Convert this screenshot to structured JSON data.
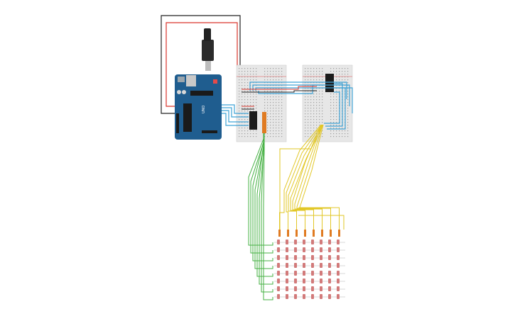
{
  "circuit": {
    "board": {
      "brand_text": "UNO",
      "color": "#1f5d8f"
    },
    "breadboards": [
      {
        "name": "breadboard-left"
      },
      {
        "name": "breadboard-right"
      }
    ],
    "ics": [
      {
        "name": "shift-register-left"
      },
      {
        "name": "shift-register-right"
      }
    ],
    "led_matrix": {
      "rows": 8,
      "cols": 8,
      "led_color": "#d27a7a"
    },
    "wire_colors": {
      "power_red": "#d9342b",
      "ground_black": "#222222",
      "data_blue": "#3fa3d6",
      "row_green": "#45b043",
      "col_yellow": "#e2c726",
      "resistor_orange": "#e07b22"
    }
  }
}
